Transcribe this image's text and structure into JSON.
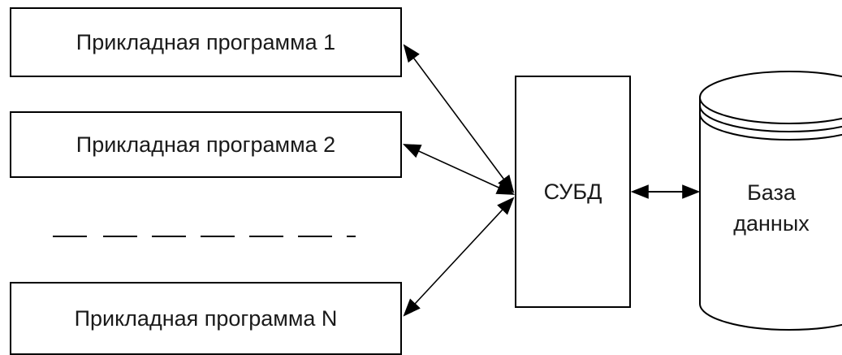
{
  "apps": [
    {
      "label": "Прикладная программа 1"
    },
    {
      "label": "Прикладная программа 2"
    },
    {
      "label": "Прикладная программа N"
    }
  ],
  "dbms": {
    "label": "СУБД"
  },
  "database": {
    "line1": "База",
    "line2": "данных"
  }
}
